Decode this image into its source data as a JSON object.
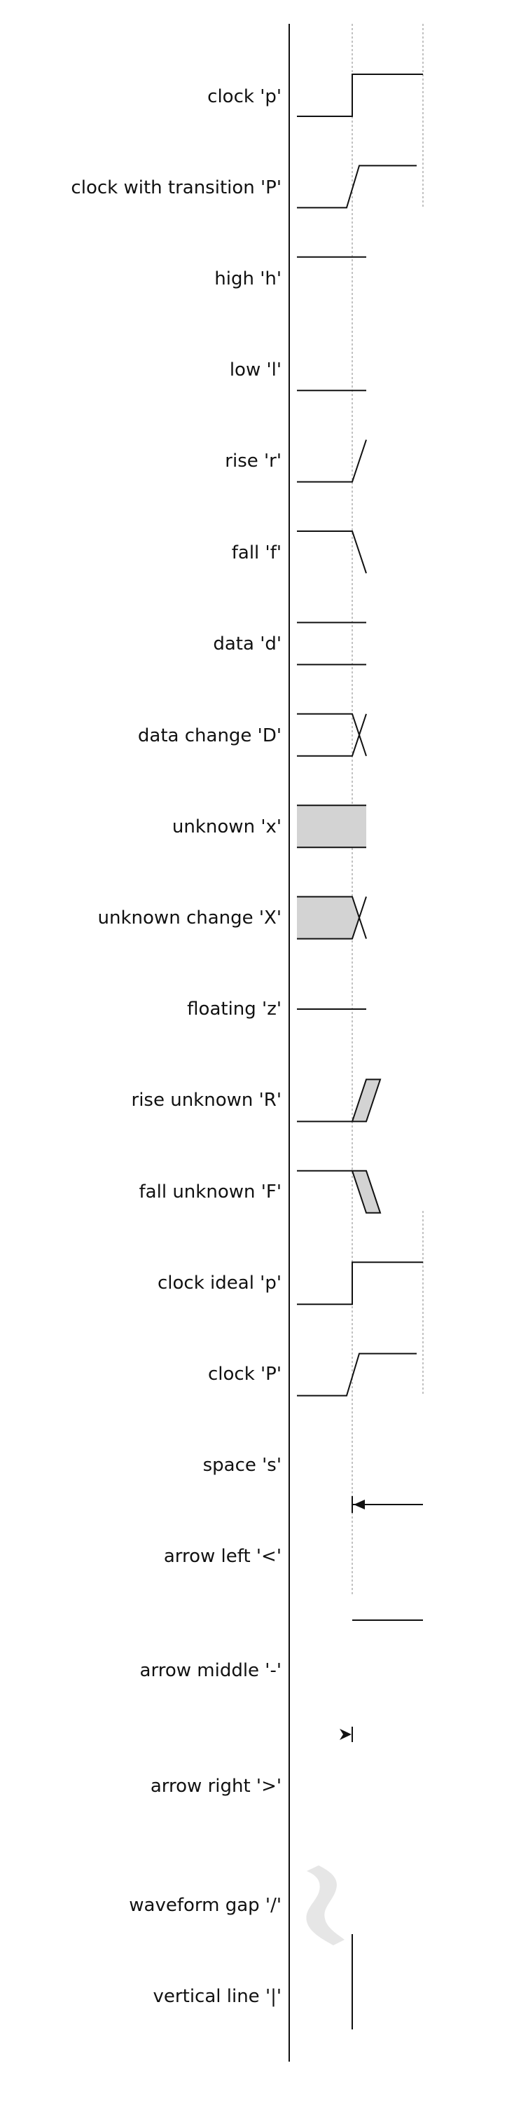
{
  "diagram": {
    "rows": [
      {
        "key": "clock-p",
        "label": "clock 'p'",
        "symbol": "p"
      },
      {
        "key": "clock-transition",
        "label": "clock with transition 'P'",
        "symbol": "P"
      },
      {
        "key": "high",
        "label": "high 'h'",
        "symbol": "h"
      },
      {
        "key": "low",
        "label": "low 'l'",
        "symbol": "l"
      },
      {
        "key": "rise",
        "label": "rise 'r'",
        "symbol": "r"
      },
      {
        "key": "fall",
        "label": "fall 'f'",
        "symbol": "f"
      },
      {
        "key": "data",
        "label": "data 'd'",
        "symbol": "d"
      },
      {
        "key": "data-change",
        "label": "data change 'D'",
        "symbol": "D"
      },
      {
        "key": "unknown",
        "label": "unknown 'x'",
        "symbol": "x"
      },
      {
        "key": "unknown-change",
        "label": "unknown change 'X'",
        "symbol": "X"
      },
      {
        "key": "floating",
        "label": "floating 'z'",
        "symbol": "z"
      },
      {
        "key": "rise-unknown",
        "label": "rise unknown 'R'",
        "symbol": "R"
      },
      {
        "key": "fall-unknown",
        "label": "fall unknown 'F'",
        "symbol": "F"
      },
      {
        "key": "clock-ideal",
        "label": "clock ideal 'p'",
        "symbol": "p"
      },
      {
        "key": "clock-P",
        "label": "clock 'P'",
        "symbol": "P"
      },
      {
        "key": "space",
        "label": "space 's'",
        "symbol": "s"
      },
      {
        "key": "arrow-left",
        "label": "arrow left '<'",
        "symbol": "<"
      },
      {
        "key": "arrow-middle",
        "label": "arrow middle '-'",
        "symbol": "-"
      },
      {
        "key": "arrow-right",
        "label": "arrow right '>'",
        "symbol": ">"
      },
      {
        "key": "waveform-gap",
        "label": "waveform gap '/'",
        "symbol": "/"
      },
      {
        "key": "vertical-line",
        "label": "vertical line '|'",
        "symbol": "|"
      }
    ],
    "colors": {
      "line": "#111111",
      "unknown_fill": "#d3d3d3",
      "guide": "#9a9a9a",
      "gap_fill": "#e6e6e6"
    }
  }
}
